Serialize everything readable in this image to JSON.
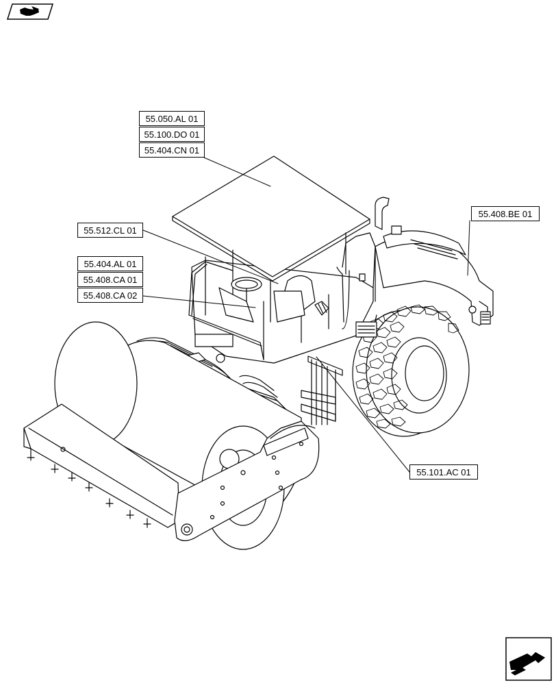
{
  "labels": {
    "cab_roof_1": "55.050.AL 01",
    "cab_roof_2": "55.100.DO 01",
    "cab_roof_3": "55.404.CN 01",
    "steering": "55.512.CL 01",
    "console_1": "55.404.AL 01",
    "console_2": "55.408.CA 01",
    "console_3": "55.408.CA 02",
    "rear_frame": "55.408.BE 01",
    "step_area": "55.101.AC 01"
  },
  "navigation": {
    "prev_icon": "arrow-left-page-icon",
    "next_icon": "arrow-right-page-icon"
  }
}
